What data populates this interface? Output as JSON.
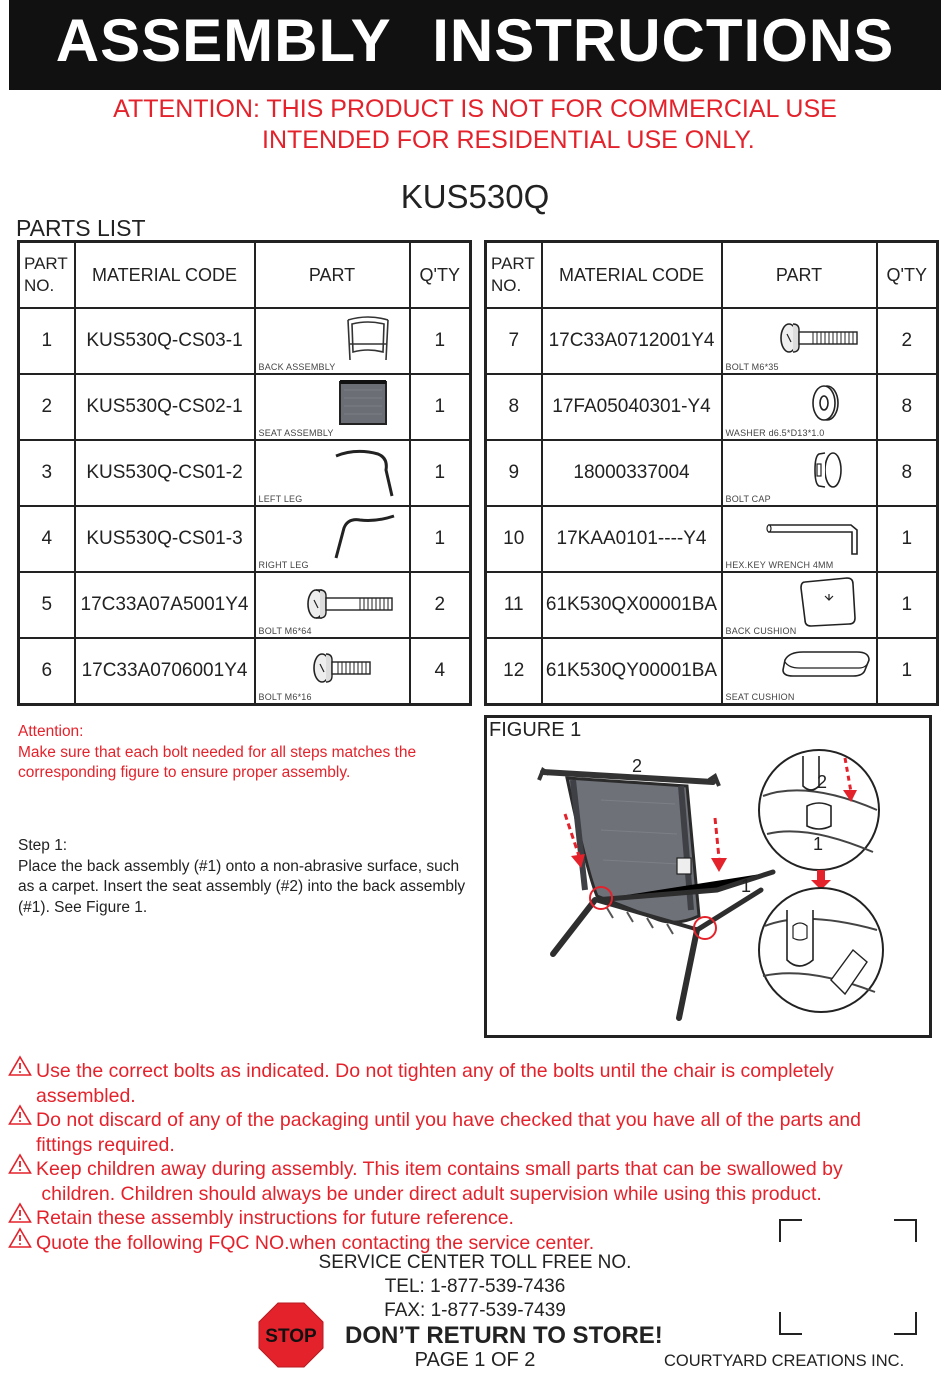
{
  "header": {
    "title": "ASSEMBLY   INSTRUCTIONS"
  },
  "attention_banner": {
    "line1": "ATTENTION: THIS PRODUCT IS NOT FOR COMMERCIAL USE",
    "line2": "INTENDED FOR RESIDENTIAL USE ONLY."
  },
  "model": "KUS530Q",
  "parts_list": {
    "caption": "PARTS LIST",
    "headers": {
      "no_line1": "PART",
      "no_line2": "NO.",
      "code": "MATERIAL CODE",
      "part": "PART",
      "qty": "Q'TY"
    },
    "left": [
      {
        "no": "1",
        "code": "KUS530Q-CS03-1",
        "part": "BACK ASSEMBLY",
        "icon": "back-assembly-icon",
        "qty": "1"
      },
      {
        "no": "2",
        "code": "KUS530Q-CS02-1",
        "part": "SEAT ASSEMBLY",
        "icon": "seat-assembly-icon",
        "qty": "1"
      },
      {
        "no": "3",
        "code": "KUS530Q-CS01-2",
        "part": "LEFT LEG",
        "icon": "left-leg-icon",
        "qty": "1"
      },
      {
        "no": "4",
        "code": "KUS530Q-CS01-3",
        "part": "RIGHT LEG",
        "icon": "right-leg-icon",
        "qty": "1"
      },
      {
        "no": "5",
        "code": "17C33A07A5001Y4",
        "part": "BOLT M6*64",
        "icon": "long-bolt-icon",
        "qty": "2"
      },
      {
        "no": "6",
        "code": "17C33A0706001Y4",
        "part": "BOLT M6*16",
        "icon": "short-bolt-icon",
        "qty": "4"
      }
    ],
    "right": [
      {
        "no": "7",
        "code": "17C33A0712001Y4",
        "part": "BOLT M6*35",
        "icon": "medium-bolt-icon",
        "qty": "2"
      },
      {
        "no": "8",
        "code": "17FA05040301-Y4",
        "part": "WASHER d6.5*D13*1.0",
        "icon": "washer-icon",
        "qty": "8"
      },
      {
        "no": "9",
        "code": "18000337004",
        "part": "BOLT CAP",
        "icon": "bolt-cap-icon",
        "qty": "8"
      },
      {
        "no": "10",
        "code": "17KAA0101----Y4",
        "part": "HEX.KEY WRENCH 4MM",
        "icon": "hex-key-icon",
        "qty": "1"
      },
      {
        "no": "11",
        "code": "61K530QX00001BA",
        "part": "BACK CUSHION",
        "icon": "back-cushion-icon",
        "qty": "1"
      },
      {
        "no": "12",
        "code": "61K530QY00001BA",
        "part": "SEAT CUSHION",
        "icon": "seat-cushion-icon",
        "qty": "1"
      }
    ]
  },
  "attention_note": {
    "title": "Attention:",
    "line1": "Make sure that each bolt needed for all steps matches the",
    "line2": "corresponding figure to ensure proper assembly."
  },
  "step1": {
    "title": "Step 1:",
    "text": "Place the back assembly (#1) onto a non-abrasive surface, such as a carpet. Insert the seat assembly (#2) into the back assembly (#1). See Figure 1."
  },
  "figure": {
    "title": "FIGURE 1",
    "label_2": "2",
    "label_1": "1",
    "detail_label_2": "2",
    "detail_label_1": "1"
  },
  "warnings": [
    {
      "line1": "Use the correct bolts as indicated. Do not tighten any of the bolts until the chair is completely",
      "line2": "assembled."
    },
    {
      "line1": "Do not discard of any of the packaging until you have checked that you have all of the parts and",
      "line2": "fittings required."
    },
    {
      "line1": "Keep children away during assembly. This item contains small parts that can be swallowed by",
      "line2": " children. Children should always be under direct adult supervision while using this product."
    },
    {
      "line1": "Retain these assembly instructions for future reference.",
      "line2": ""
    },
    {
      "line1": "Quote the following FQC NO.when contacting the service center.",
      "line2": ""
    }
  ],
  "service": {
    "title": "SERVICE CENTER TOLL FREE NO.",
    "tel": "TEL: 1-877-539-7436",
    "fax": "FAX: 1-877-539-7439",
    "stop": "STOP",
    "dont_return": "DON’T RETURN TO STORE!",
    "page": "PAGE 1 OF 2",
    "company": "COURTYARD CREATIONS INC."
  },
  "colors": {
    "warning_red": "#e4222b",
    "header_black": "#111111",
    "stop_red": "#e4222b"
  }
}
